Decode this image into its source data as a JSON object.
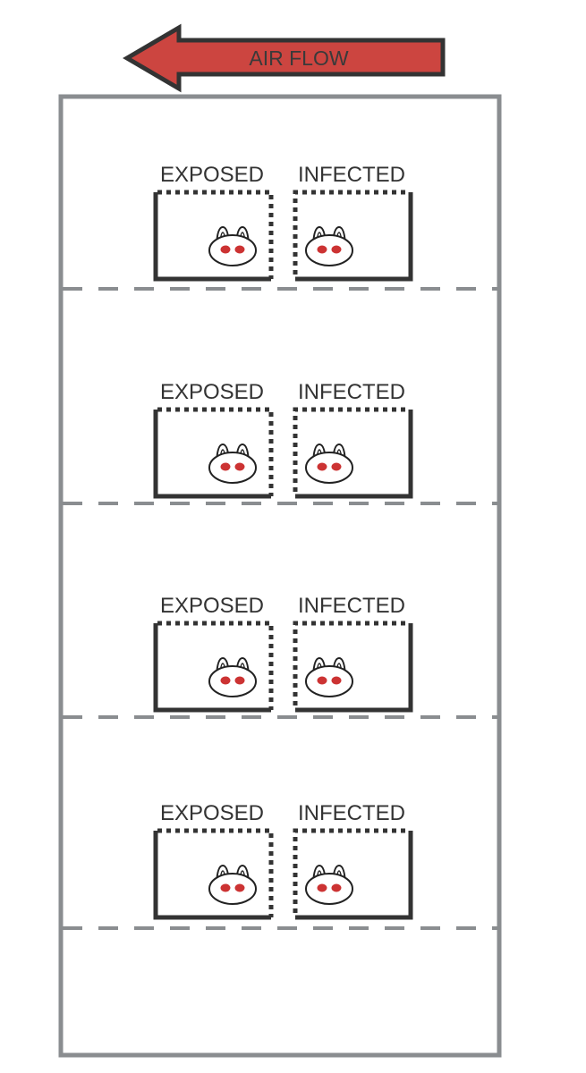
{
  "title_arrow": {
    "label": "AIR FLOW",
    "direction": "left"
  },
  "colors": {
    "arrow_fill": "#cc4540",
    "outline": "#333333",
    "rack": "#8a8d90",
    "eye": "#cc3333"
  },
  "shelves": [
    {
      "exposed_label": "EXPOSED",
      "infected_label": "INFECTED"
    },
    {
      "exposed_label": "EXPOSED",
      "infected_label": "INFECTED"
    },
    {
      "exposed_label": "EXPOSED",
      "infected_label": "INFECTED"
    },
    {
      "exposed_label": "EXPOSED",
      "infected_label": "INFECTED"
    }
  ]
}
